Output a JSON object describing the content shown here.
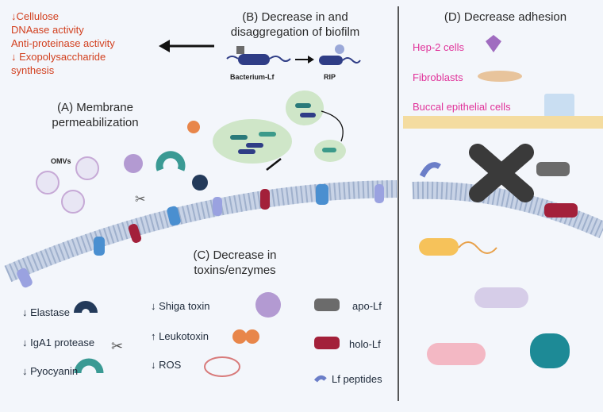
{
  "red_list": [
    "↓Cellulose",
    "DNAase activity",
    "Anti-proteinase activity",
    "↓ Exopolysaccharide",
    "synthesis"
  ],
  "panel_b": {
    "line1": "(B) Decrease in and",
    "line2": "disaggregation of biofilm",
    "bacterium_label": "Bacterium-Lf",
    "rip_label": "RIP"
  },
  "panel_a": {
    "line1": "(A) Membrane",
    "line2": "permeabilization",
    "omvs_label": "OMVs"
  },
  "panel_c": {
    "line1": "(C) Decrease in",
    "line2": "toxins/enzymes"
  },
  "panel_d": {
    "title": "(D) Decrease adhesion",
    "cells": [
      "Hep-2 cells",
      "Fibroblasts",
      "Buccal epithelial cells"
    ]
  },
  "toxins_left": [
    {
      "arrow": "↓",
      "label": "Elastase"
    },
    {
      "arrow": "↓",
      "label": "IgA1 protease"
    },
    {
      "arrow": "↓",
      "label": "Pyocyanin"
    }
  ],
  "toxins_mid": [
    {
      "arrow": "↓",
      "label": "Shiga toxin"
    },
    {
      "arrow": "↑",
      "label": "Leukotoxin"
    },
    {
      "arrow": "↓",
      "label": "ROS"
    }
  ],
  "legend": {
    "apo": "apo-Lf",
    "holo": "holo-Lf",
    "peptides": "Lf peptides"
  },
  "colors": {
    "red": "#d2401f",
    "pink": "#e0339a",
    "apo": "#6b6b6b",
    "holo": "#a3203a",
    "membrane": "#b9c6dc"
  }
}
